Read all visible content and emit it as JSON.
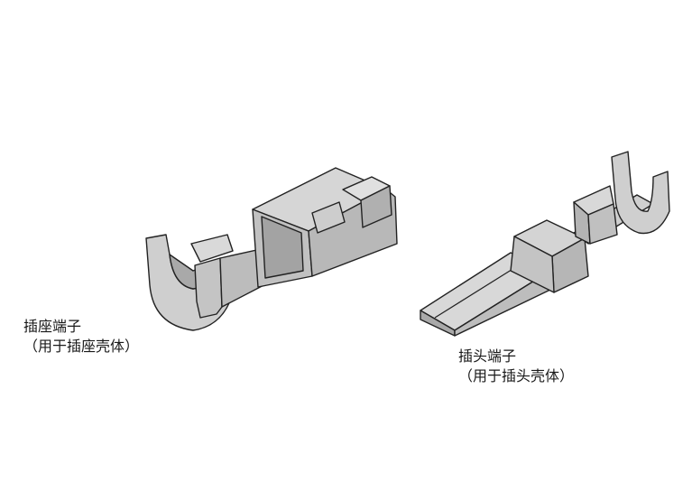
{
  "labels": {
    "socket_terminal": {
      "name": "插座端子",
      "note": "（用于插座壳体）"
    },
    "plug_terminal": {
      "name": "插头端子",
      "note": "（用于插头壳体）"
    }
  },
  "colors": {
    "body_fill": "#c8c8c8",
    "light_fill": "#d9d9d9",
    "dark_fill": "#a9a9a9",
    "edge": "#222222",
    "text": "#1a1a1a"
  }
}
